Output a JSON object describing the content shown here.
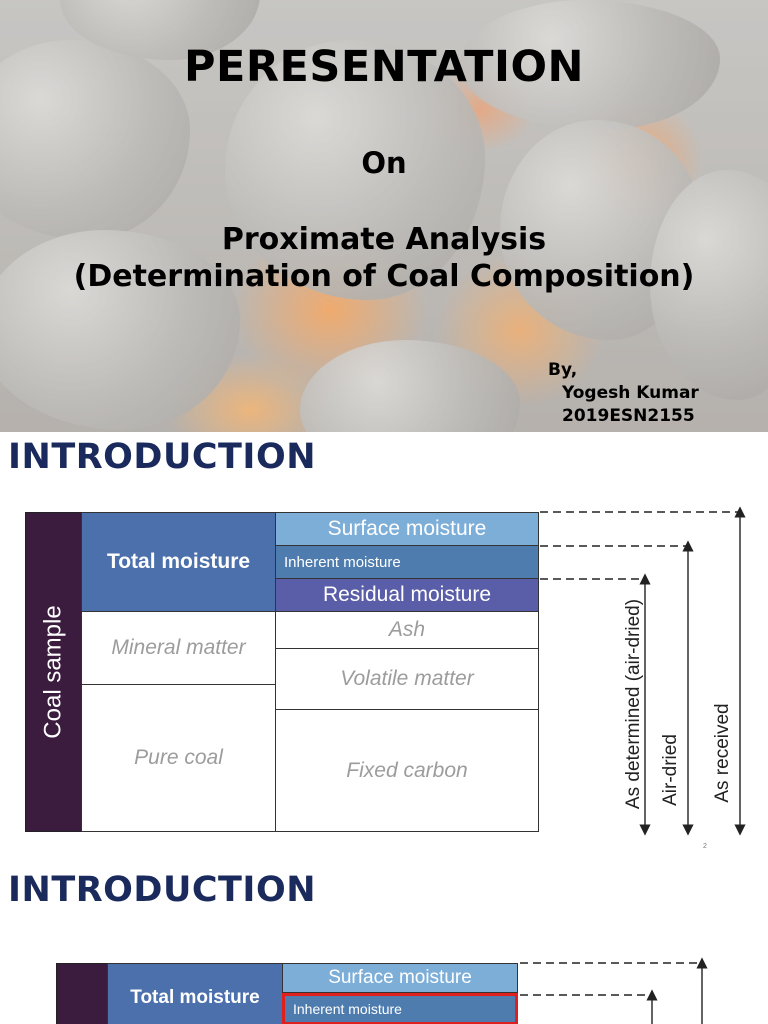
{
  "slide1": {
    "title": "PERESENTATION",
    "on": "On",
    "subtitle_line1": "Proximate Analysis",
    "subtitle_line2": "(Determination of Coal Composition)",
    "by": "By,",
    "author": "Yogesh Kumar",
    "roll_no": "2019ESN2155"
  },
  "slide2": {
    "heading": "INTRODUCTION",
    "page_number": "2",
    "diagram": {
      "coal_sample": "Coal sample",
      "total_moisture": "Total moisture",
      "surface_moisture": "Surface moisture",
      "inherent_moisture": "Inherent moisture",
      "residual_moisture": "Residual moisture",
      "mineral_matter": "Mineral matter",
      "ash": "Ash",
      "volatile_matter": "Volatile matter",
      "pure_coal": "Pure coal",
      "fixed_carbon": "Fixed carbon",
      "as_determined": "As determined (air-dried)",
      "air_dried": "Air-dried",
      "as_received": "As received"
    }
  },
  "slide3": {
    "heading": "INTRODUCTION",
    "diagram": {
      "total_moisture": "Total moisture",
      "surface_moisture": "Surface moisture",
      "inherent_moisture": "Inherent moisture"
    }
  },
  "colors": {
    "heading": "#1b2a5c",
    "coal_sample_bar": "#3b1c3e",
    "total_moisture": "#4c70ab",
    "surface_moisture": "#7daed8",
    "inherent_moisture": "#4e7cae",
    "residual_moisture": "#5a5ea8",
    "highlight": "#e0201c"
  }
}
